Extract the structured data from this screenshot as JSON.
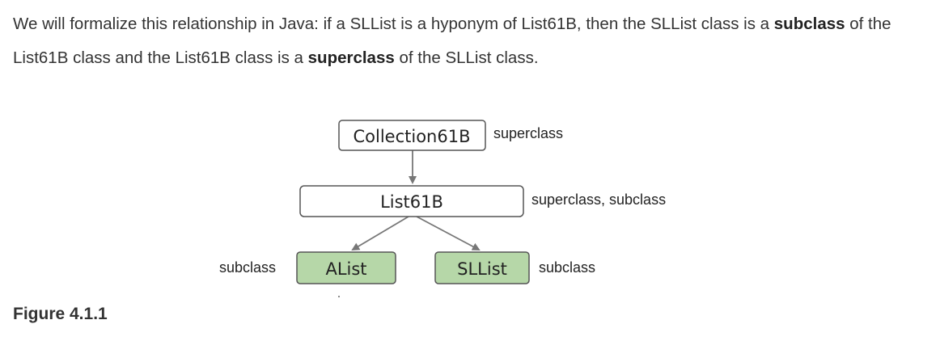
{
  "paragraph": {
    "part1": "We will formalize this relationship in Java: if a SLList is a hyponym of List61B, then the SLList class is a ",
    "bold1": "subclass",
    "part2": " of the List61B class and the List61B class is a ",
    "bold2": "superclass",
    "part3": " of the SLList class."
  },
  "diagram": {
    "nodes": {
      "collection": "Collection61B",
      "list": "List61B",
      "alist": "AList",
      "sllist": "SLList"
    },
    "labels": {
      "collection": "superclass",
      "list": "superclass, subclass",
      "alist": "subclass",
      "sllist": "subclass"
    },
    "colors": {
      "plain_fill": "#ffffff",
      "leaf_fill": "#b6d7a8",
      "border": "#555555",
      "arrow": "#777777"
    }
  },
  "caption": "Figure 4.1.1"
}
